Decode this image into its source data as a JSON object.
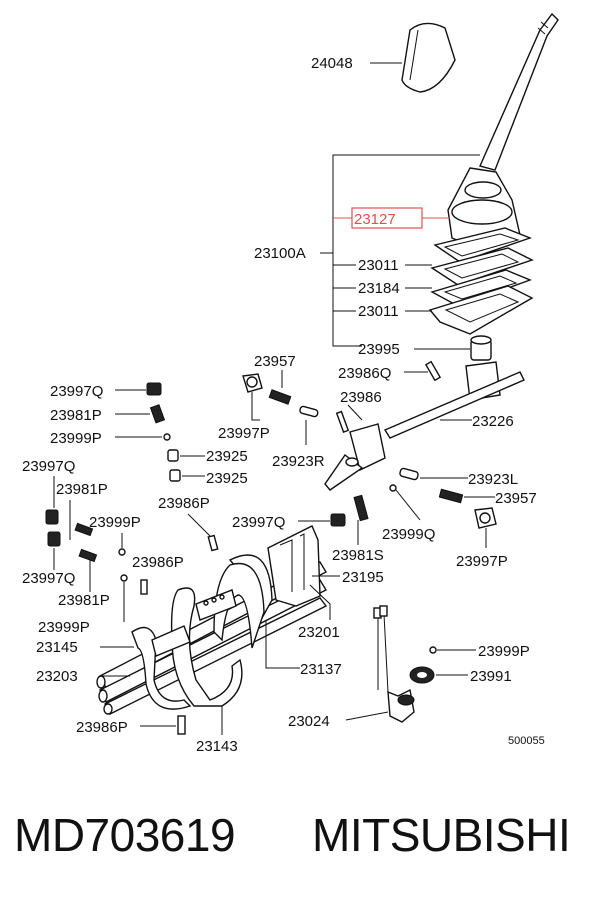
{
  "diagram": {
    "highlight_color": "#e05050",
    "labels": {
      "l24048": "24048",
      "l23127": "23127",
      "l23100A": "23100A",
      "l23011a": "23011",
      "l23184": "23184",
      "l23011b": "23011",
      "l23995": "23995",
      "l23986Q": "23986Q",
      "l23957a": "23957",
      "l23997Qa": "23997Q",
      "l23981Pa": "23981P",
      "l23999Pa": "23999P",
      "l23986": "23986",
      "l23226": "23226",
      "l23997Pa": "23997P",
      "l23925a": "23925",
      "l23925b": "23925",
      "l23923R": "23923R",
      "l23923L": "23923L",
      "l23957b": "23957",
      "l23997Qb": "23997Q",
      "l23981Pb": "23981P",
      "l23999Pb": "23999P",
      "l23986Pa": "23986P",
      "l23997Qc": "23997Q",
      "l23999Q": "23999Q",
      "l23997Pb": "23997P",
      "l23981S": "23981S",
      "l23997Qd": "23997Q",
      "l23986Pb": "23986P",
      "l23195": "23195",
      "l23981Pc": "23981P",
      "l23999Pc": "23999P",
      "l23201": "23201",
      "l23145": "23145",
      "l23999Pd": "23999P",
      "l23203": "23203",
      "l23137": "23137",
      "l23991": "23991",
      "l23986Pc": "23986P",
      "l23024": "23024",
      "l23143": "23143",
      "code": "500055"
    }
  },
  "footer": {
    "part_number": "MD703619",
    "brand": "MITSUBISHI"
  }
}
